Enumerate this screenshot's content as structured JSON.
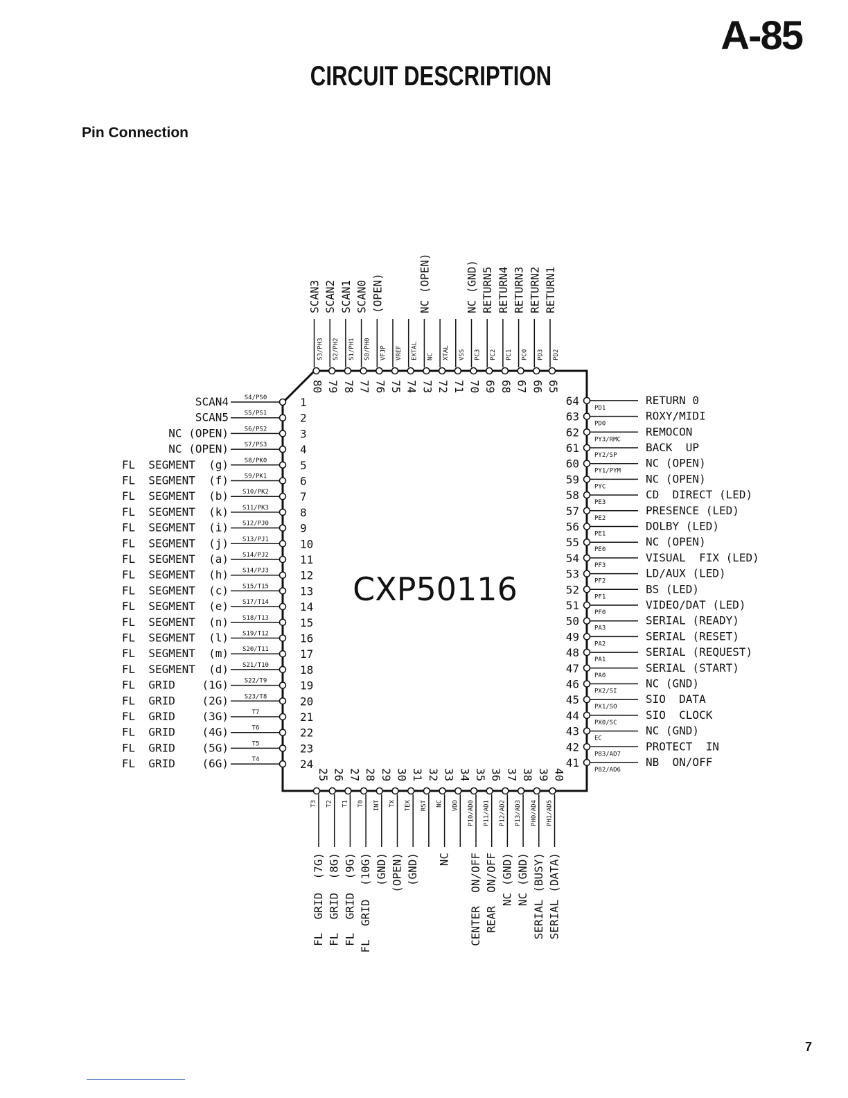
{
  "header": {
    "page_code": "A-85",
    "title": "CIRCUIT DESCRIPTION",
    "section": "Pin Connection"
  },
  "chip": {
    "name": "CXP50116"
  },
  "pins_left": [
    {
      "num": "1",
      "code": "S4/PS0",
      "func": "SCAN4"
    },
    {
      "num": "2",
      "code": "S5/PS1",
      "func": "SCAN5"
    },
    {
      "num": "3",
      "code": "S6/PS2",
      "func": "NC (OPEN)"
    },
    {
      "num": "4",
      "code": "S7/PS3",
      "func": "NC (OPEN)"
    },
    {
      "num": "5",
      "code": "S8/PK0",
      "func": "FL  SEGMENT  (g)"
    },
    {
      "num": "6",
      "code": "S9/PK1",
      "func": "FL  SEGMENT  (f)"
    },
    {
      "num": "7",
      "code": "S10/PK2",
      "func": "FL  SEGMENT  (b)"
    },
    {
      "num": "8",
      "code": "S11/PK3",
      "func": "FL  SEGMENT  (k)"
    },
    {
      "num": "9",
      "code": "S12/PJ0",
      "func": "FL  SEGMENT  (i)"
    },
    {
      "num": "10",
      "code": "S13/PJ1",
      "func": "FL  SEGMENT  (j)"
    },
    {
      "num": "11",
      "code": "S14/PJ2",
      "func": "FL  SEGMENT  (a)"
    },
    {
      "num": "12",
      "code": "S14/PJ3",
      "func": "FL  SEGMENT  (h)"
    },
    {
      "num": "13",
      "code": "S15/T15",
      "func": "FL  SEGMENT  (c)"
    },
    {
      "num": "14",
      "code": "S17/T14",
      "func": "FL  SEGMENT  (e)"
    },
    {
      "num": "15",
      "code": "S18/T13",
      "func": "FL  SEGMENT  (n)"
    },
    {
      "num": "16",
      "code": "S19/T12",
      "func": "FL  SEGMENT  (l)"
    },
    {
      "num": "17",
      "code": "S20/T11",
      "func": "FL  SEGMENT  (m)"
    },
    {
      "num": "18",
      "code": "S21/T10",
      "func": "FL  SEGMENT  (d)"
    },
    {
      "num": "19",
      "code": "S22/T9",
      "func": "FL  GRID    (1G)"
    },
    {
      "num": "20",
      "code": "S23/T8",
      "func": "FL  GRID    (2G)"
    },
    {
      "num": "21",
      "code": "T7",
      "func": "FL  GRID    (3G)"
    },
    {
      "num": "22",
      "code": "T6",
      "func": "FL  GRID    (4G)"
    },
    {
      "num": "23",
      "code": "T5",
      "func": "FL  GRID    (5G)"
    },
    {
      "num": "24",
      "code": "T4",
      "func": "FL  GRID    (6G)"
    }
  ],
  "pins_bottom": [
    {
      "num": "25",
      "code": "T3",
      "func": "FL  GRID  (7G)"
    },
    {
      "num": "26",
      "code": "T2",
      "func": "FL  GRID  (8G)"
    },
    {
      "num": "27",
      "code": "T1",
      "func": "FL  GRID  (9G)"
    },
    {
      "num": "28",
      "code": "T0",
      "func": "FL  GRID  (10G)"
    },
    {
      "num": "29",
      "code": "INT",
      "func": "(GND)"
    },
    {
      "num": "30",
      "code": "TX",
      "func": "(OPEN)"
    },
    {
      "num": "31",
      "code": "TEX",
      "func": "(GND)"
    },
    {
      "num": "32",
      "code": "RST",
      "func": ""
    },
    {
      "num": "33",
      "code": "NC",
      "func": "NC"
    },
    {
      "num": "34",
      "code": "VDD",
      "func": ""
    },
    {
      "num": "35",
      "code": "P10/AD0",
      "func": "CENTER  ON/OFF"
    },
    {
      "num": "36",
      "code": "P11/AD1",
      "func": "REAR  ON/OFF"
    },
    {
      "num": "37",
      "code": "P12/AD2",
      "func": "NC (GND)"
    },
    {
      "num": "38",
      "code": "P13/AD3",
      "func": "NC (GND)"
    },
    {
      "num": "39",
      "code": "PH0/AD4",
      "func": "SERIAL (BUSY)"
    },
    {
      "num": "40",
      "code": "PH1/AD5",
      "func": "SERIAL (DATA)"
    }
  ],
  "pins_right": [
    {
      "num": "41",
      "code": "P82/AD6",
      "func": "NB  ON/OFF"
    },
    {
      "num": "42",
      "code": "P83/AD7",
      "func": "PROTECT  IN"
    },
    {
      "num": "43",
      "code": "EC",
      "func": "NC (GND)"
    },
    {
      "num": "44",
      "code": "PX0/SC",
      "func": "SIO  CLOCK"
    },
    {
      "num": "45",
      "code": "PX1/SO",
      "func": "SIO  DATA"
    },
    {
      "num": "46",
      "code": "PX2/SI",
      "func": "NC (GND)"
    },
    {
      "num": "47",
      "code": "PA0",
      "func": "SERIAL (START)"
    },
    {
      "num": "48",
      "code": "PA1",
      "func": "SERIAL (REQUEST)"
    },
    {
      "num": "49",
      "code": "PA2",
      "func": "SERIAL (RESET)"
    },
    {
      "num": "50",
      "code": "PA3",
      "func": "SERIAL (READY)"
    },
    {
      "num": "51",
      "code": "PF0",
      "func": "VIDEO/DAT (LED)"
    },
    {
      "num": "52",
      "code": "PF1",
      "func": "BS (LED)"
    },
    {
      "num": "53",
      "code": "PF2",
      "func": "LD/AUX (LED)"
    },
    {
      "num": "54",
      "code": "PF3",
      "func": "VISUAL  FIX (LED)"
    },
    {
      "num": "55",
      "code": "PE0",
      "func": "NC (OPEN)"
    },
    {
      "num": "56",
      "code": "PE1",
      "func": "DOLBY (LED)"
    },
    {
      "num": "57",
      "code": "PE2",
      "func": "PRESENCE (LED)"
    },
    {
      "num": "58",
      "code": "PE3",
      "func": "CD  DIRECT (LED)"
    },
    {
      "num": "59",
      "code": "PYC",
      "func": "NC (OPEN)"
    },
    {
      "num": "60",
      "code": "PY1/PYM",
      "func": "NC (OPEN)"
    },
    {
      "num": "61",
      "code": "PY2/SP",
      "func": "BACK  UP"
    },
    {
      "num": "62",
      "code": "PY3/RMC",
      "func": "REMOCON"
    },
    {
      "num": "63",
      "code": "PD0",
      "func": "ROXY/MIDI"
    },
    {
      "num": "64",
      "code": "PD1",
      "func": "RETURN 0"
    }
  ],
  "pins_top": [
    {
      "num": "65",
      "code": "PD2",
      "func": "RETURN1"
    },
    {
      "num": "66",
      "code": "PD3",
      "func": "RETURN2"
    },
    {
      "num": "67",
      "code": "PC0",
      "func": "RETURN3"
    },
    {
      "num": "68",
      "code": "PC1",
      "func": "RETURN4"
    },
    {
      "num": "69",
      "code": "PC2",
      "func": "RETURN5"
    },
    {
      "num": "70",
      "code": "PC3",
      "func": "NC (GND)"
    },
    {
      "num": "71",
      "code": "VSS",
      "func": ""
    },
    {
      "num": "72",
      "code": "XTAL",
      "func": ""
    },
    {
      "num": "73",
      "code": "NC",
      "func": "NC (OPEN)"
    },
    {
      "num": "74",
      "code": "EXTAL",
      "func": ""
    },
    {
      "num": "75",
      "code": "VREF",
      "func": ""
    },
    {
      "num": "76",
      "code": "VFJP",
      "func": "(OPEN)"
    },
    {
      "num": "77",
      "code": "S0/PH0",
      "func": "SCAN0"
    },
    {
      "num": "78",
      "code": "S1/PH1",
      "func": "SCAN1"
    },
    {
      "num": "79",
      "code": "S2/PH2",
      "func": "SCAN2"
    },
    {
      "num": "80",
      "code": "S3/PH3",
      "func": "SCAN3"
    }
  ],
  "footer": {
    "page_number": "7"
  }
}
